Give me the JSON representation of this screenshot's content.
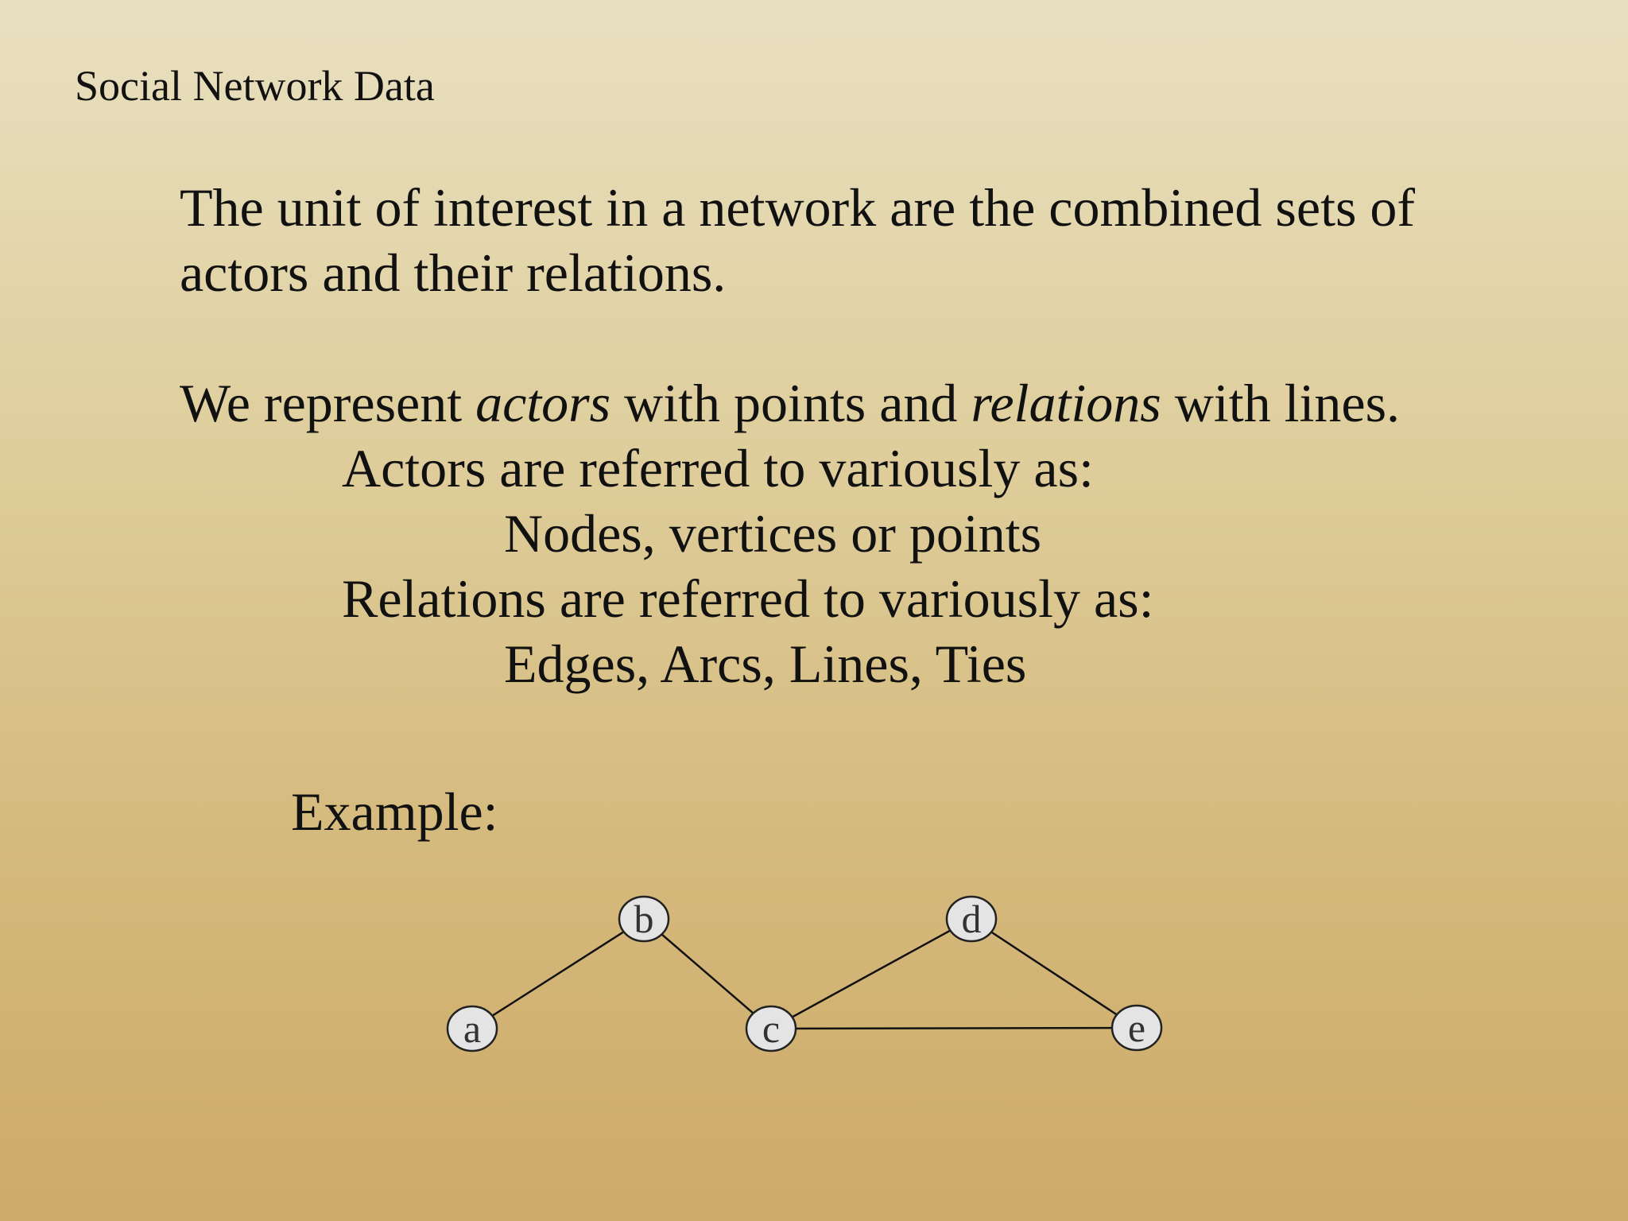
{
  "header": {
    "title": "Social Network Data"
  },
  "body": {
    "paragraph1_line1": "The unit of interest in a network are the combined sets of",
    "paragraph1_line2": "actors and their relations.",
    "paragraph2": {
      "we_represent": "We represent ",
      "actors_term": "actors",
      "with_points_and": " with points and ",
      "relations_term": "relations",
      "with_lines": " with lines."
    },
    "actors_intro": "Actors are referred to variously as:",
    "actors_terms": "Nodes, vertices or points",
    "relations_intro": "Relations are referred to variously as:",
    "relations_terms": "Edges, Arcs, Lines, Ties"
  },
  "example": {
    "label": "Example:",
    "nodes": [
      "a",
      "b",
      "c",
      "d",
      "e"
    ],
    "edges": [
      [
        "a",
        "b"
      ],
      [
        "b",
        "c"
      ],
      [
        "c",
        "d"
      ],
      [
        "c",
        "e"
      ],
      [
        "d",
        "e"
      ]
    ]
  },
  "colors": {
    "node_fill": "#e4e4e4",
    "node_stroke": "#222222",
    "edge": "#111111",
    "text": "#111111"
  }
}
